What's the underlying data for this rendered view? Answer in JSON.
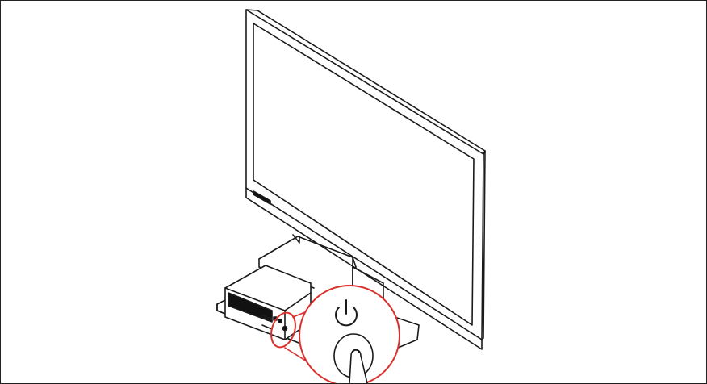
{
  "illustration": {
    "subject": "monitor-with-tiny-desktop-in-stand",
    "brand_mark": "logo",
    "callout_icon": "power-icon",
    "callout_action": "press-power-button",
    "colors": {
      "line": "#1a1a1a",
      "highlight": "#d9302b",
      "fill": "#ffffff",
      "dark_fill": "#111111"
    }
  }
}
